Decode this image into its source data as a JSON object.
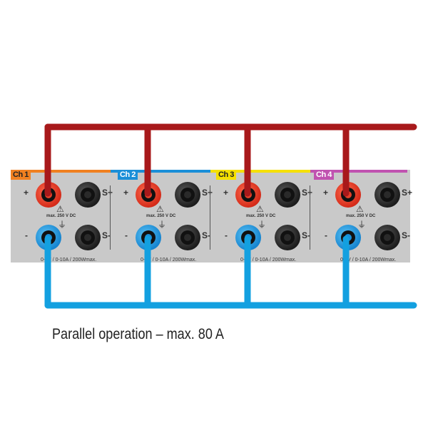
{
  "channels": [
    {
      "label": "Ch 1",
      "color": "#f08020",
      "plus": "+",
      "minus": "-",
      "sense_plus": "S+",
      "sense_minus": "S-",
      "warning": "max. 250 V DC",
      "rating": "0-▮V / 0-10A / 200Wmax."
    },
    {
      "label": "Ch 2",
      "color": "#1a8fd8",
      "plus": "+",
      "minus": "-",
      "sense_plus": "S+",
      "sense_minus": "S-",
      "warning": "max. 250 V DC",
      "rating": "0-▮V / 0-10A / 200Wmax."
    },
    {
      "label": "Ch 3",
      "color": "#f5e000",
      "plus": "+",
      "minus": "-",
      "sense_plus": "S+",
      "sense_minus": "S-",
      "warning": "max. 250 V DC",
      "rating": "0-▮V / 0-10A / 200Wmax."
    },
    {
      "label": "Ch 4",
      "color": "#c052b0",
      "plus": "+",
      "minus": "-",
      "sense_plus": "S+",
      "sense_minus": "S-",
      "warning": "max. 250 V DC",
      "rating": "0-▮V / 0-10A / 200Wmax."
    }
  ],
  "icons": {
    "warning": "warning-triangle-icon",
    "ground": "ground-icon"
  },
  "wires": {
    "positive_color": "#a8191b",
    "negative_color": "#13a0e0"
  },
  "caption": "Parallel operation – max. 80 A"
}
